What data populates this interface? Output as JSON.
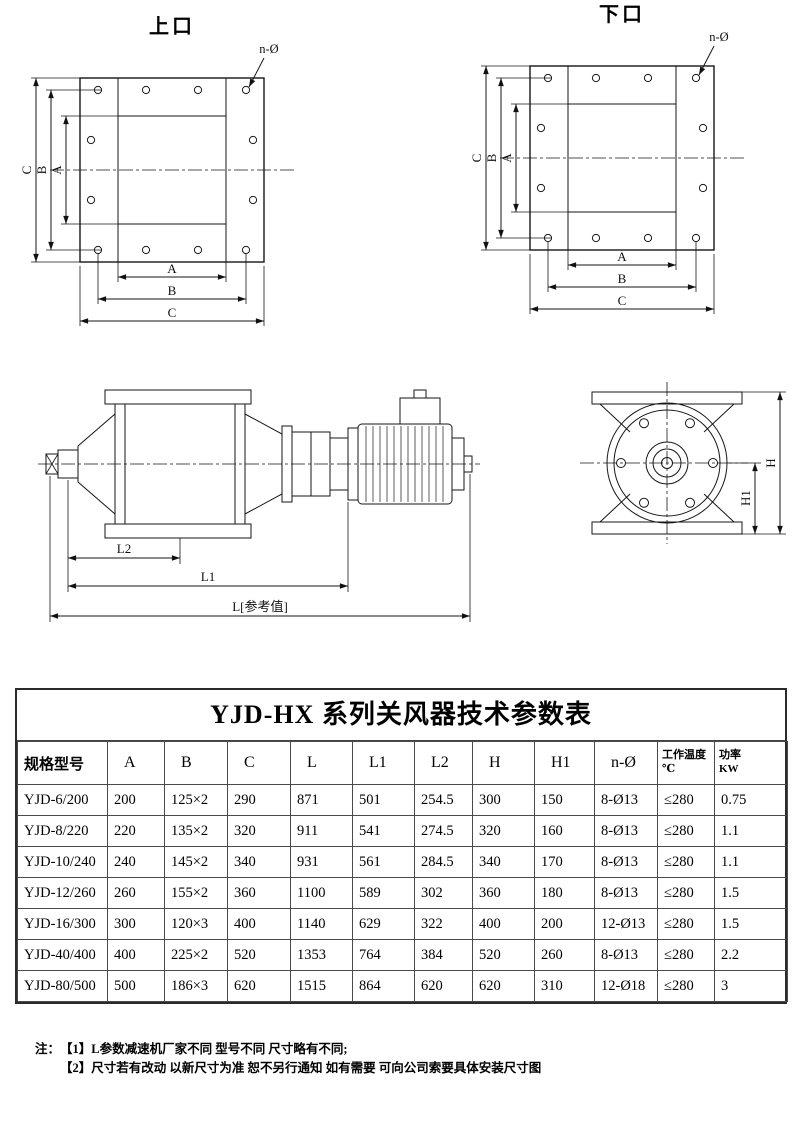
{
  "page": {
    "background": "#ffffff",
    "line_color": "#161616"
  },
  "drawings": {
    "dim_labels": {
      "A": "A",
      "B": "B",
      "C": "C",
      "n_hole": "n-Ø"
    },
    "top_flange": {
      "title": "上口"
    },
    "bottom_flange": {
      "title": "下口"
    },
    "side_view": {
      "L2": "L2",
      "L1": "L1",
      "L_ref": "L[参考值]"
    },
    "end_view": {
      "H": "H",
      "H1": "H1"
    }
  },
  "table": {
    "title": "YJD-HX 系列关风器技术参数表",
    "headers": [
      "规格型号",
      "A",
      "B",
      "C",
      "L",
      "L1",
      "L2",
      "H",
      "H1",
      "n-Ø",
      "工作温度\n℃",
      "功率\nKW"
    ],
    "rows": [
      [
        "YJD-6/200",
        "200",
        "125×2",
        "290",
        "871",
        "501",
        "254.5",
        "300",
        "150",
        "8-Ø13",
        "≤280",
        "0.75"
      ],
      [
        "YJD-8/220",
        "220",
        "135×2",
        "320",
        "911",
        "541",
        "274.5",
        "320",
        "160",
        "8-Ø13",
        "≤280",
        "1.1"
      ],
      [
        "YJD-10/240",
        "240",
        "145×2",
        "340",
        "931",
        "561",
        "284.5",
        "340",
        "170",
        "8-Ø13",
        "≤280",
        "1.1"
      ],
      [
        "YJD-12/260",
        "260",
        "155×2",
        "360",
        "1100",
        "589",
        "302",
        "360",
        "180",
        "8-Ø13",
        "≤280",
        "1.5"
      ],
      [
        "YJD-16/300",
        "300",
        "120×3",
        "400",
        "1140",
        "629",
        "322",
        "400",
        "200",
        "12-Ø13",
        "≤280",
        "1.5"
      ],
      [
        "YJD-40/400",
        "400",
        "225×2",
        "520",
        "1353",
        "764",
        "384",
        "520",
        "260",
        "8-Ø13",
        "≤280",
        "2.2"
      ],
      [
        "YJD-80/500",
        "500",
        "186×3",
        "620",
        "1515",
        "864",
        "620",
        "620",
        "310",
        "12-Ø18",
        "≤280",
        "3"
      ]
    ]
  },
  "notes": {
    "prefix": "注：",
    "line1": "【1】L参数减速机厂家不同 型号不同 尺寸略有不同;",
    "line2": "【2】尺寸若有改动 以新尺寸为准 恕不另行通知 如有需要 可向公司索要具体安装尺寸图"
  }
}
